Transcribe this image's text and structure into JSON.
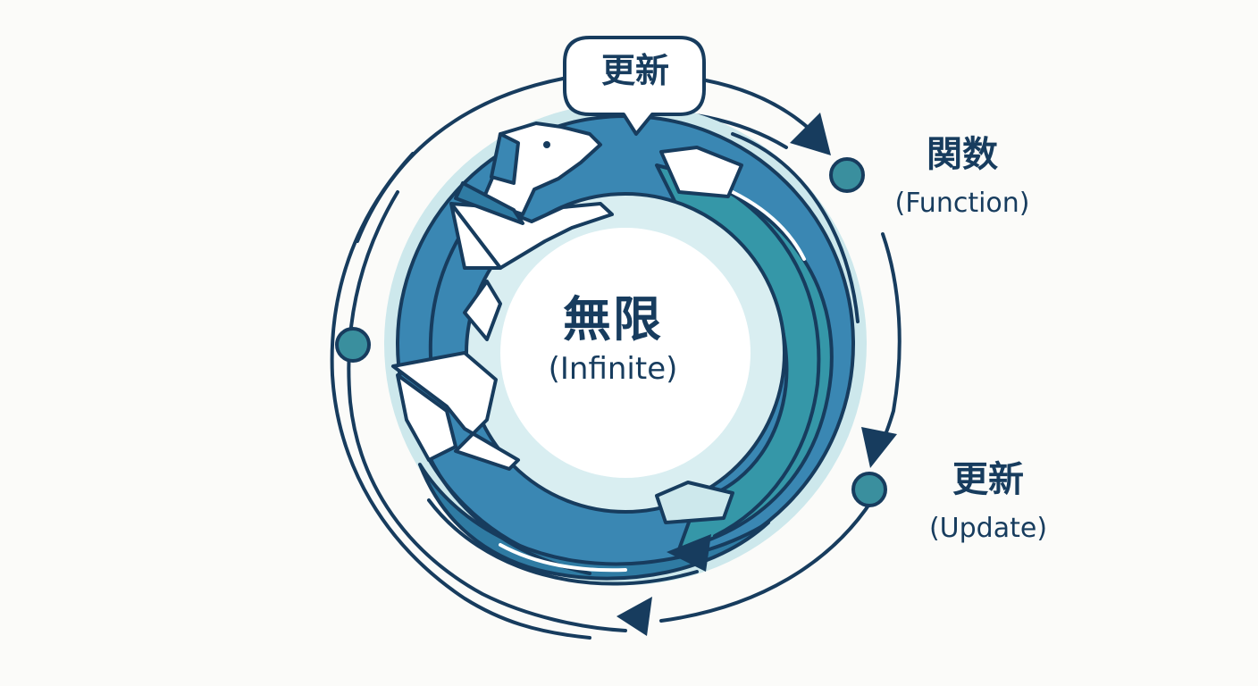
{
  "diagram": {
    "center": {
      "jp": "無限",
      "en": "(Infinite)"
    },
    "top_bubble": {
      "jp": "更新"
    },
    "function_node": {
      "jp": "関数",
      "en": "(Function)"
    },
    "update_node": {
      "jp": "更新",
      "en": "(Update)"
    }
  },
  "colors": {
    "dark_navy": "#173c5e",
    "ring_blue": "#3a87b3",
    "teal": "#3597a8",
    "light_teal": "#cde8ec",
    "node_fill": "#3a8f9e",
    "background": "#fbfbf9"
  },
  "icons": [
    "dog-icon",
    "speech-bubble-icon",
    "arrow-head-icon",
    "node-dot-icon"
  ]
}
